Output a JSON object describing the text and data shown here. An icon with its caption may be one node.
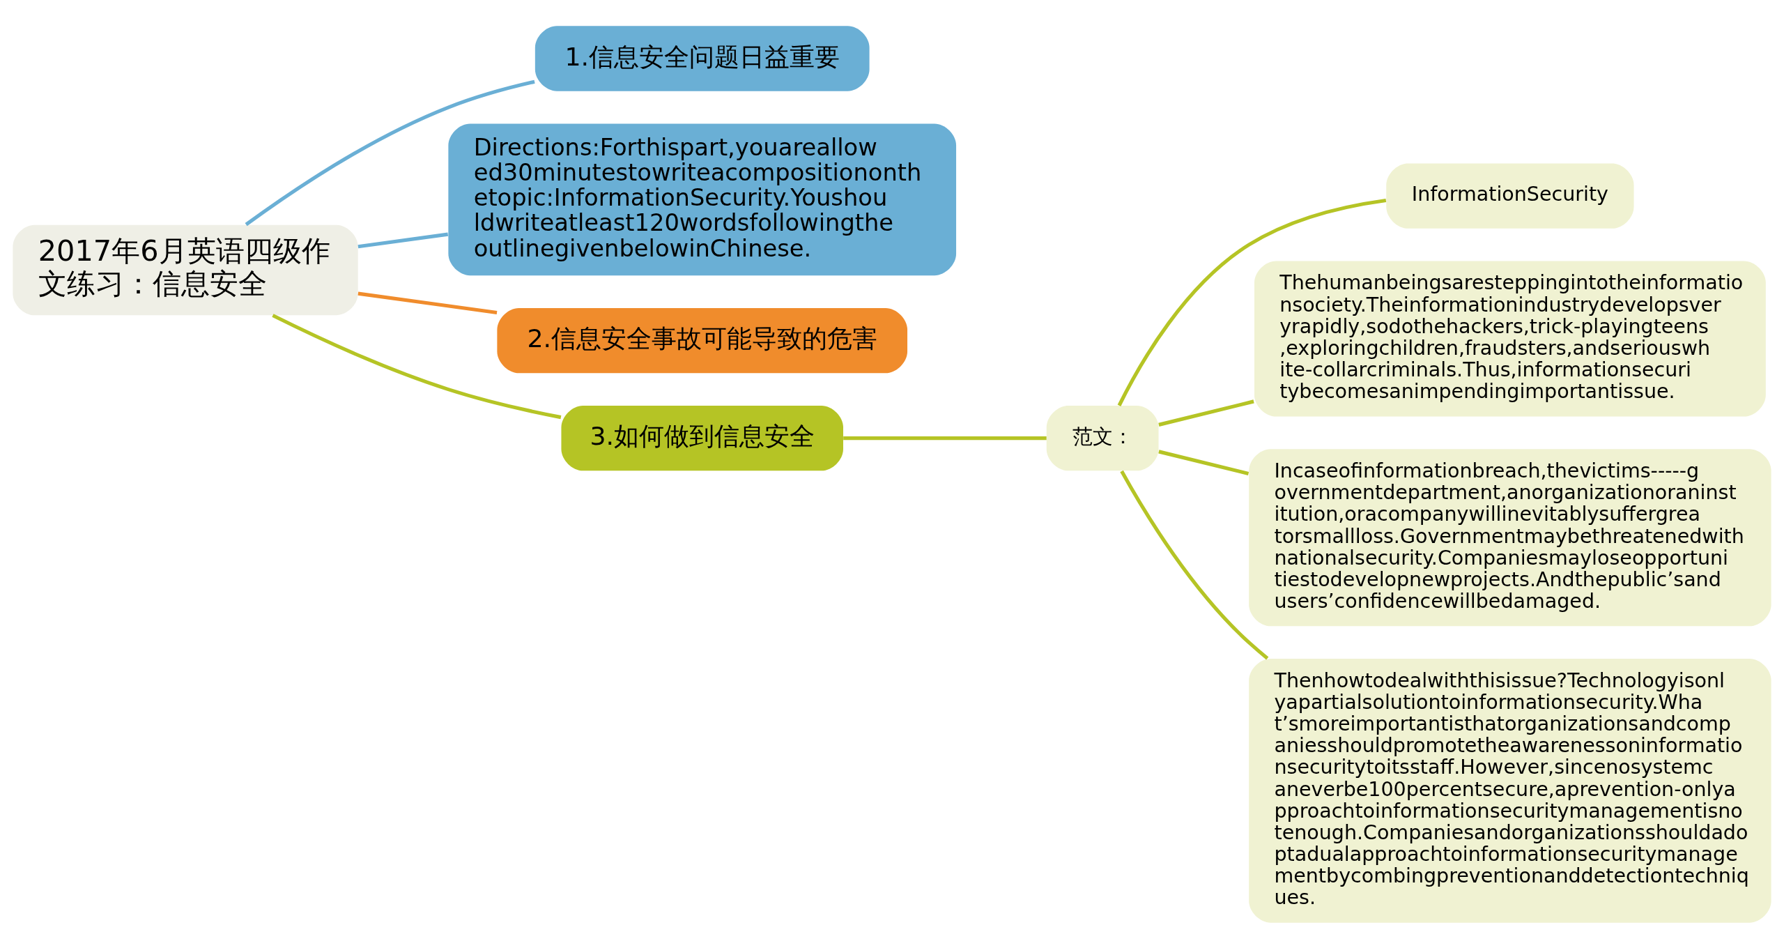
{
  "diagram": {
    "nodes": [
      {
        "text": [
          "2017年6月英语四级作文练习：信息安全"
        ]
      },
      {
        "text": [
          "1.信息安全问题日益重要"
        ]
      },
      {
        "text": [
          "Directions:Forthispart,youareallowed30minutestowriteacompositiononthetopic:InformationSecurity.Youshouldwriteatleast120wordsfollowingtheoutlinegivenbelowinChinese."
        ]
      },
      {
        "text": [
          "2.信息安全事故可能导致的危害"
        ]
      },
      {
        "text": [
          "3.如何做到信息安全"
        ]
      },
      {
        "text": [
          "范文："
        ]
      },
      {
        "text": [
          "InformationSecurity"
        ]
      },
      {
        "text": [
          "Thehumanbeingsaresteppingintotheinformationsociety.Theinformationindustrydevelopsveryrapidly,sodothehackers,trick-playingteens,exploringchildren,fraudsters,andseriouswhite-collarcriminals.Thus,informationsecuritybecomesanimpendingimportantissue."
        ]
      },
      {
        "text": [
          "Incaseofinformationbreach,thevictims-----governmentdepartment,anorganizationoraninstitution,oracompanywillinevitablysuffergreatorsmallloss.Governmentmaybethreatenedwithnationalsecurity.Companiesmayloseopportunitiestodevelopnewprojects.Andthepublic’sandusers’confidencewillbedamaged."
        ]
      },
      {
        "text": [
          "Thenhowtodealwiththisissue?Technologyisonlyapartialsolutiontoinformationsecurity.What’smoreimportantisthatorganizationsandcompaniesshouldpromotetheawarenessoninformationsecuritytoitsstaff.However,sincenosystemcaneverbe100percentsecure,aprevention-onlyapproachtoinformationsecuritymanagementisnotenough.Companiesandorganizationsshouldadoptadualapproachtoinformationsecuritymanagementbycombingpreventionanddetectiontechniques."
        ]
      }
    ],
    "edges": [
      {
        "from": 0,
        "to": 1,
        "arrow": "none",
        "color": "#6aafd5"
      },
      {
        "from": 0,
        "to": 2,
        "arrow": "none",
        "color": "#6aafd5"
      },
      {
        "from": 0,
        "to": 3,
        "arrow": "none",
        "color": "#f08c2c"
      },
      {
        "from": 0,
        "to": 4,
        "arrow": "none"
      },
      {
        "from": 4,
        "to": 5,
        "arrow": "none"
      },
      {
        "from": 5,
        "to": 6,
        "arrow": "none"
      },
      {
        "from": 5,
        "to": 7,
        "arrow": "none"
      },
      {
        "from": 5,
        "to": 8,
        "arrow": "none"
      },
      {
        "from": 5,
        "to": 9,
        "arrow": "none"
      }
    ]
  }
}
